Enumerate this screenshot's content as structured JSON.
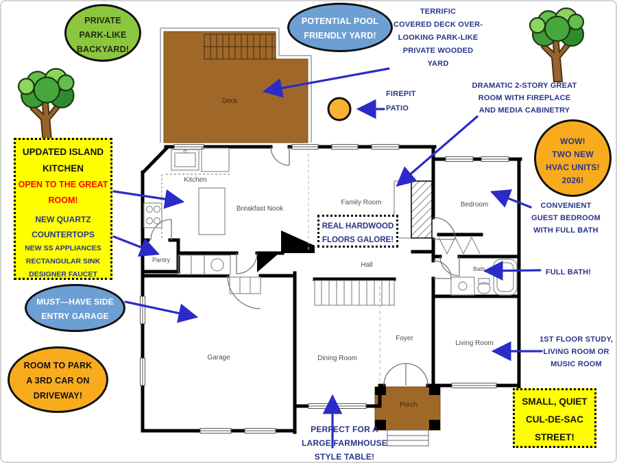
{
  "colors": {
    "bubble_green": "#8cc63e",
    "bubble_blue": "#6c9fd3",
    "bubble_orange": "#f9ab1e",
    "note_yellow": "#ffff00",
    "text_navy": "#28348a",
    "text_red": "#ff0000",
    "arrow_blue": "#2b2bc8",
    "deck_brown": "#a06828",
    "firepit_orange": "#f9b233"
  },
  "bubbles": {
    "backyard": {
      "lines": [
        "PRIVATE",
        "PARK-LIKE",
        "BACKYARD!"
      ]
    },
    "pool": {
      "lines": [
        "POTENTIAL POOL",
        "FRIENDLY YARD!"
      ]
    },
    "hvac": {
      "lines": [
        "WOW!",
        "TWO NEW",
        "HVAC UNITS!",
        "2026!"
      ]
    },
    "side_garage": {
      "lines": [
        "MUST—HAVE SIDE",
        "ENTRY GARAGE"
      ]
    },
    "third_car": {
      "lines": [
        "ROOM TO PARK",
        "A 3RD CAR ON",
        "DRIVEWAY!"
      ]
    }
  },
  "notes": {
    "kitchen": {
      "black": [
        "UPDATED ISLAND",
        "KITCHEN"
      ],
      "red": [
        "OPEN TO THE GREAT",
        "ROOM!"
      ],
      "navy": [
        "NEW QUARTZ",
        "COUNTERTOPS"
      ],
      "small": [
        "NEW SS APPLIANCES",
        "RECTANGULAR SINK",
        "DESIGNER FAUCET"
      ]
    },
    "hardwood": {
      "lines": [
        "REAL HARDWOOD",
        "FLOORS GALORE!"
      ]
    },
    "culdesac": {
      "lines": [
        "SMALL, QUIET",
        "CUL-DE-SAC",
        "STREET!"
      ]
    }
  },
  "callouts": {
    "deck": {
      "lines": [
        "TERRIFIC",
        "COVERED DECK OVER-",
        "LOOKING PARK-LIKE",
        "PRIVATE WOODED",
        "YARD"
      ]
    },
    "firepit": {
      "lines": [
        "FIREPIT",
        "PATIO"
      ]
    },
    "great_room": {
      "lines": [
        "DRAMATIC 2-STORY GREAT",
        "ROOM WITH FIREPLACE",
        "AND MEDIA CABINETRY"
      ]
    },
    "guest_bedroom": {
      "lines": [
        "CONVENIENT",
        "GUEST BEDROOM",
        "WITH FULL BATH"
      ]
    },
    "full_bath": {
      "lines": [
        "FULL BATH!"
      ]
    },
    "study": {
      "lines": [
        "1ST FLOOR STUDY,",
        "LIVING ROOM OR",
        "MUSIC ROOM"
      ]
    },
    "farmhouse": {
      "lines": [
        "PERFECT FOR A",
        "LARGE FARMHOUSE",
        "STYLE TABLE!"
      ]
    }
  },
  "rooms": {
    "deck": "Deck",
    "kitchen": "Kitchen",
    "breakfast_nook": "Breakfast Nook",
    "family_room": "Family Room",
    "bedroom": "Bedroom",
    "pantry": "Pantry",
    "hall": "Hall",
    "bath": "Bath",
    "garage": "Garage",
    "dining_room": "Dining Room",
    "foyer": "Foyer",
    "living_room": "Living Room",
    "porch": "Porch"
  }
}
